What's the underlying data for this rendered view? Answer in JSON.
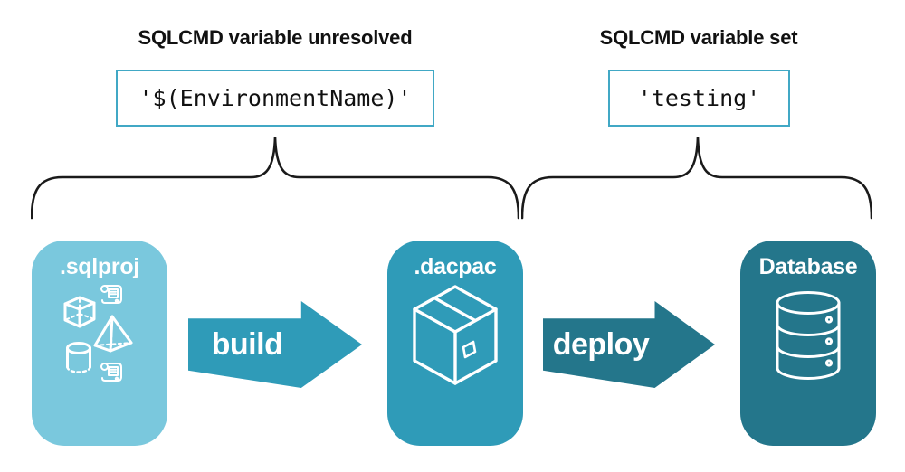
{
  "annotations": {
    "unresolved": {
      "heading": "SQLCMD variable unresolved",
      "code": "'$(EnvironmentName)'"
    },
    "set": {
      "heading": "SQLCMD variable set",
      "code": "'testing'"
    }
  },
  "pipeline": {
    "nodes": [
      {
        "id": "sqlproj",
        "label": ".sqlproj",
        "color": "#7ac8dd",
        "icon": "sql-project-objects-icon"
      },
      {
        "id": "dacpac",
        "label": ".dacpac",
        "color": "#2f9bb8",
        "icon": "package-icon"
      },
      {
        "id": "database",
        "label": "Database",
        "color": "#24768b",
        "icon": "database-icon"
      }
    ],
    "arrows": [
      {
        "id": "build",
        "label": "build",
        "color": "#2f9bb8"
      },
      {
        "id": "deploy",
        "label": "deploy",
        "color": "#24768b"
      }
    ]
  },
  "colors": {
    "background": "#ffffff",
    "heading_text": "#111111",
    "code_text": "#111111",
    "code_box_border": "#41a8c5",
    "brace_stroke": "#1a1a1a",
    "node_label_text": "#ffffff",
    "icon_stroke": "#ffffff"
  }
}
